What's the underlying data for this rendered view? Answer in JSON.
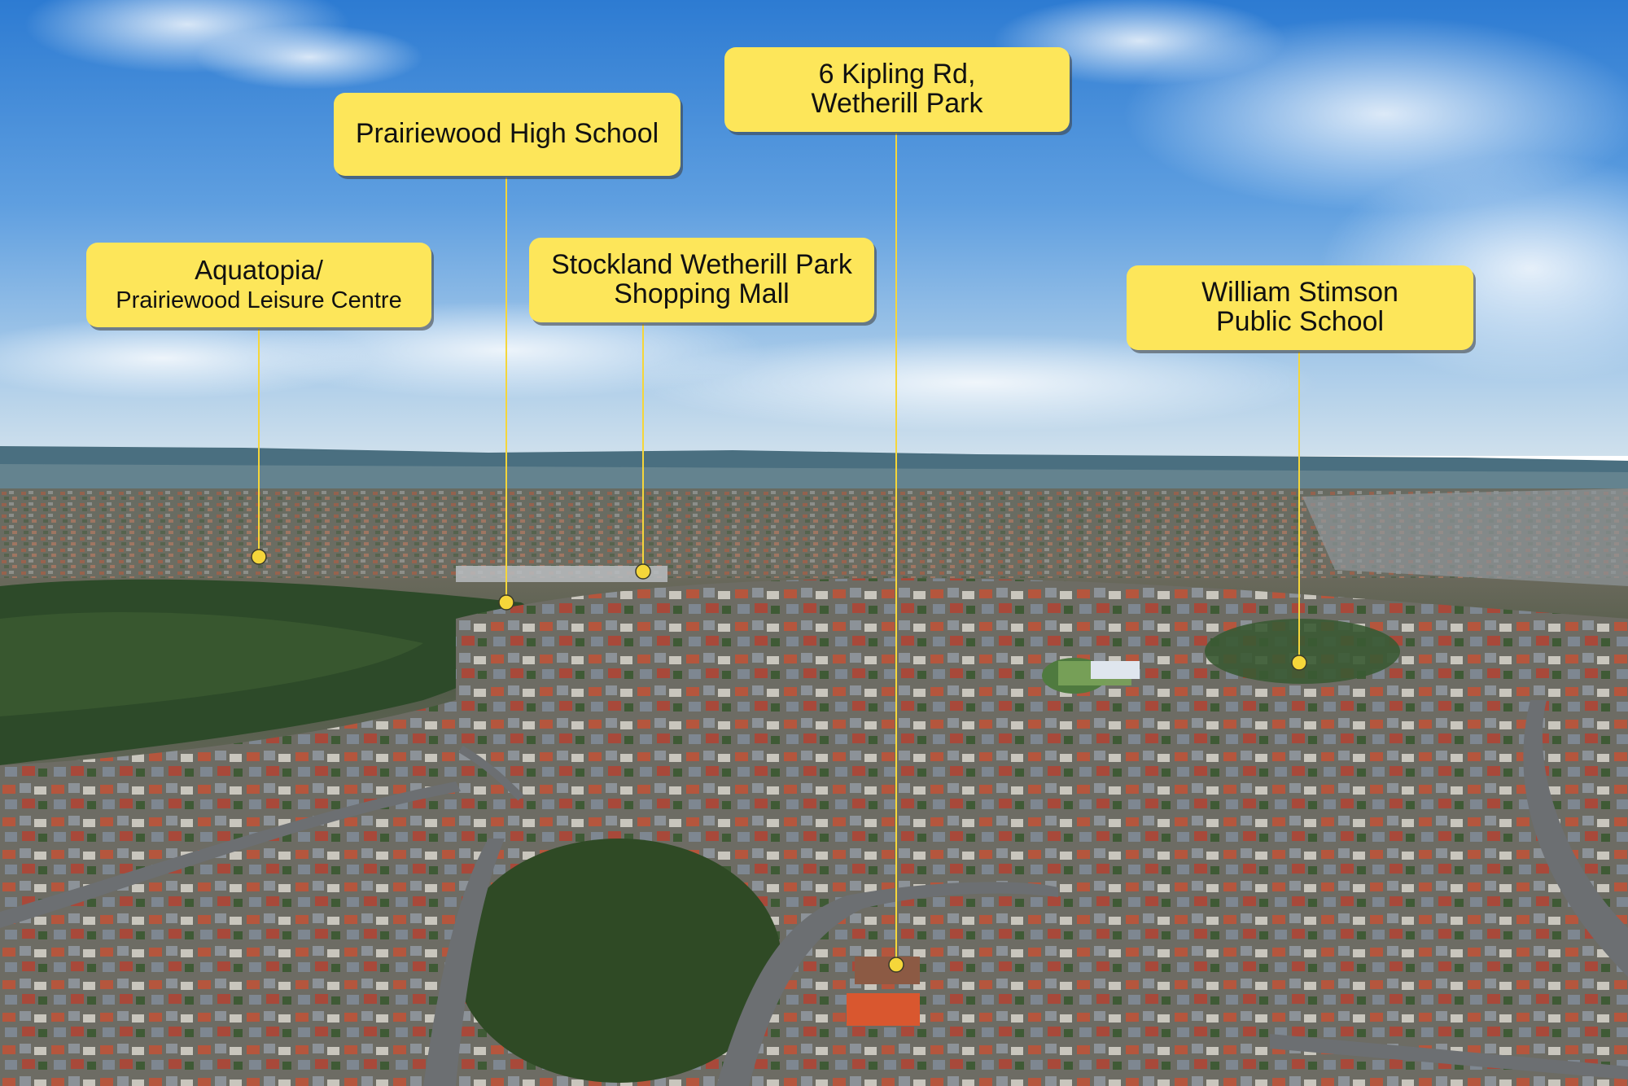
{
  "map": {
    "colors": {
      "sky_top": "#2e7fd6",
      "sky_mid": "#7fb6ea",
      "haze": "#c9dcea",
      "range": "#3e6678",
      "suburb_far": "#6e6f62",
      "bushland": "#2c4a27",
      "houses_red": "#b2553c",
      "houses_grey": "#8a8f95",
      "road": "#6a6d70",
      "label_bg": "#fde65a",
      "pin": "#f5d63a"
    }
  },
  "labels": {
    "kipling": {
      "line1": "6 Kipling Rd,",
      "line2": "Wetherill Park"
    },
    "prairiewood": {
      "line1": "Prairiewood High School"
    },
    "aquatopia": {
      "line1": "Aquatopia/",
      "line2": "Prairiewood Leisure Centre"
    },
    "stockland": {
      "line1": "Stockland Wetherill Park",
      "line2": "Shopping Mall"
    },
    "william": {
      "line1": "William Stimson",
      "line2": "Public School"
    }
  }
}
